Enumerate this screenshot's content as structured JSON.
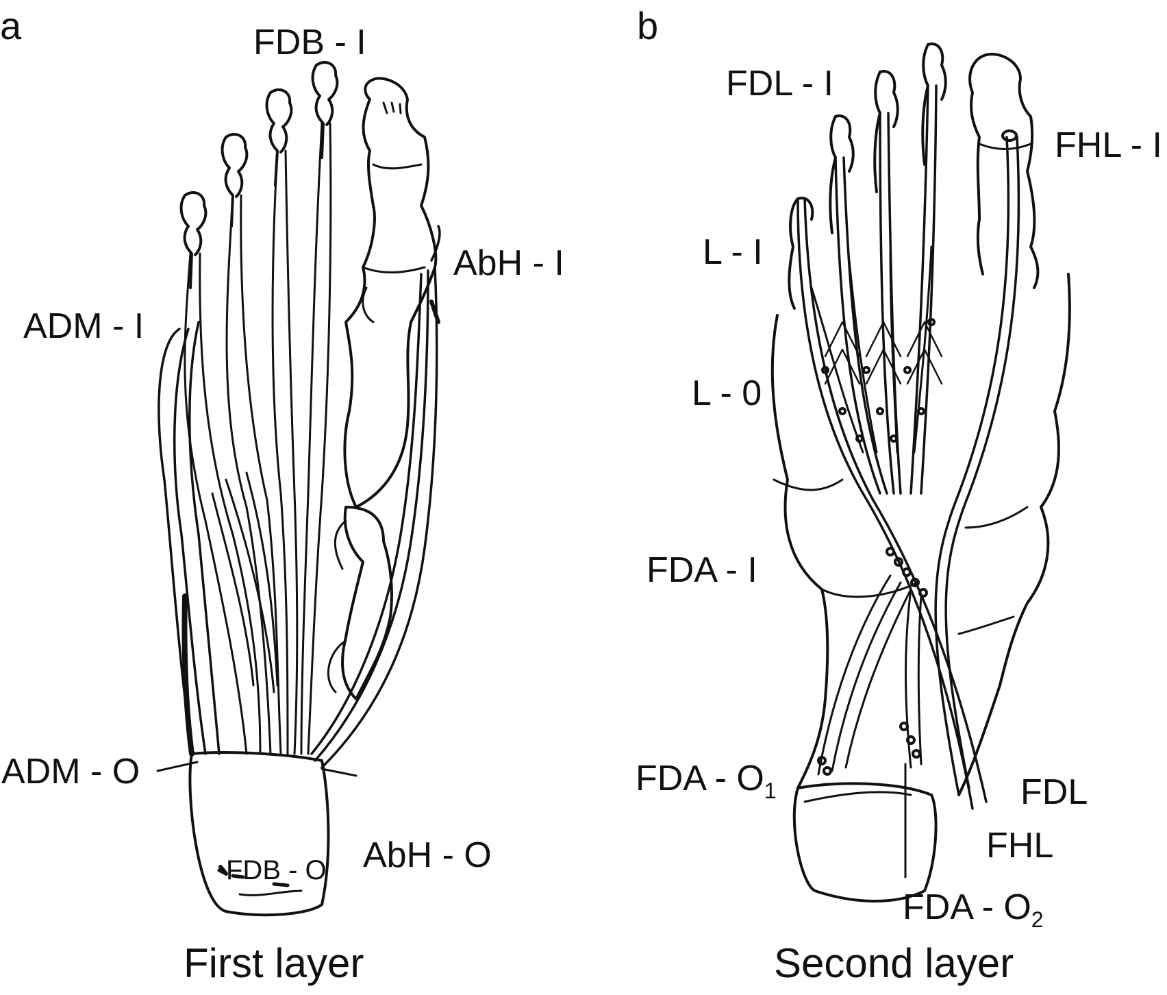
{
  "colors": {
    "ink": "#111111",
    "background": "#ffffff"
  },
  "panel_a": {
    "letter": "a",
    "caption": "First layer",
    "labels": {
      "fdb_i": "FDB - I",
      "abh_i": "AbH - I",
      "adm_i": "ADM - I",
      "adm_o": "ADM - O",
      "fdb_o": "FDB - O",
      "abh_o": "AbH - O"
    }
  },
  "panel_b": {
    "letter": "b",
    "caption": "Second layer",
    "labels": {
      "fdl_i": "FDL - I",
      "fhl_i": "FHL - I",
      "l_i": "L - I",
      "l_o": "L - 0",
      "fda_i": "FDA - I",
      "fda_o1": "FDA - O",
      "fda_o1_sub": "1",
      "fdl": "FDL",
      "fhl": "FHL",
      "fda_o2": "FDA - O",
      "fda_o2_sub": "2"
    }
  }
}
